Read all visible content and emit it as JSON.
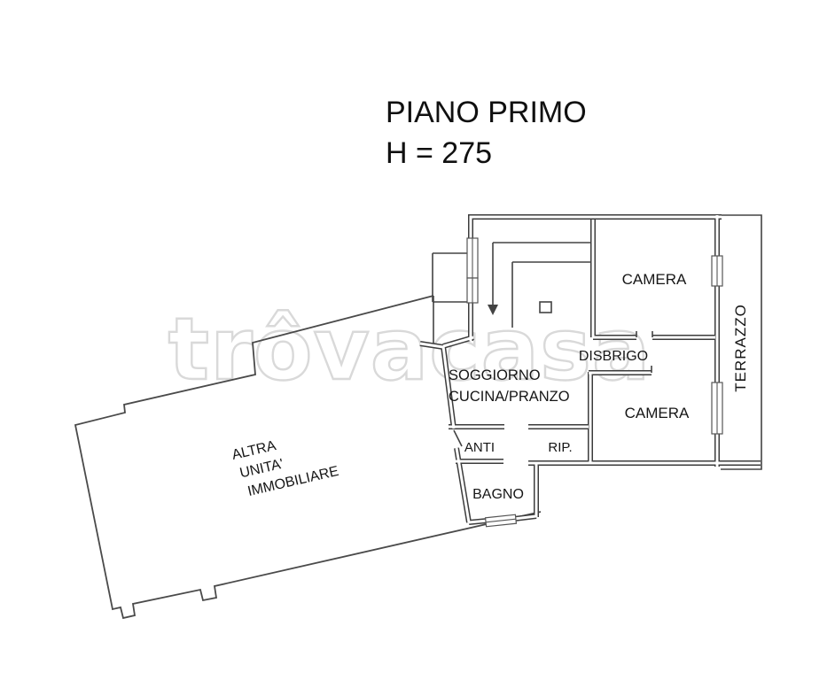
{
  "title": {
    "line1": "PIANO PRIMO",
    "line2": "H = 275"
  },
  "watermark": "trôvacasa",
  "rooms": {
    "camera1": "CAMERA",
    "camera2": "CAMERA",
    "disbrigo": "DISBRIGO",
    "soggiorno_line1": "SOGGIORNO",
    "soggiorno_line2": "CUCINA/PRANZO",
    "anti": "ANTI",
    "rip": "RIP.",
    "bagno": "BAGNO",
    "terrazzo": "TERRAZZO",
    "altra_line1": "ALTRA",
    "altra_line2": "UNITA'",
    "altra_line3": "IMMOBILIARE"
  },
  "colors": {
    "wall": "#3c3c3c",
    "thin_line": "#434343",
    "watermark": "#d9d9d9",
    "background": "#ffffff",
    "text": "#161616"
  }
}
